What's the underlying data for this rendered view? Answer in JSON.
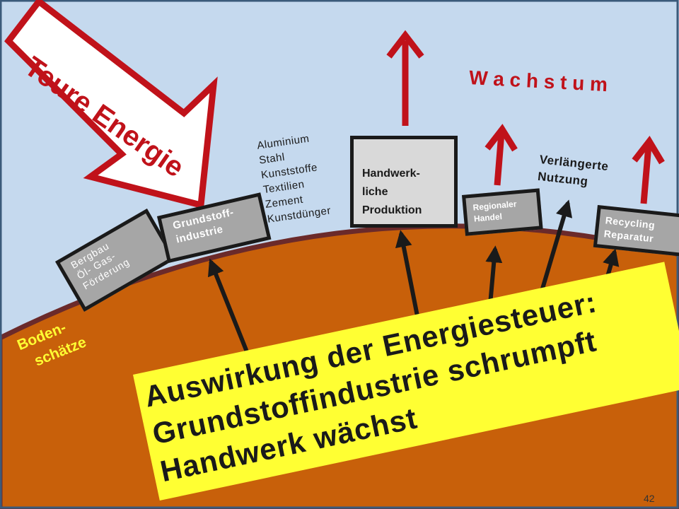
{
  "slide": {
    "page_number": "42",
    "colors": {
      "sky": "#c5d9ee",
      "earth": "#c8600a",
      "crust": "#6b2a2a",
      "accent_red": "#c0121a",
      "box_gray": "#a6a6a6",
      "highlight_yellow": "#ffff33",
      "frame": "#3b5a7a"
    }
  },
  "energy_arrow": {
    "label": "Teure Energie"
  },
  "growth": {
    "label": "W a c h s t u m"
  },
  "resources": {
    "label_line1": "Boden-",
    "label_line2": "schätze"
  },
  "boxes": {
    "bergbau": {
      "lines": [
        "Bergbau",
        "Öl- Gas-",
        "Förderung"
      ]
    },
    "grundstoff": {
      "lines": [
        "Grundstoff-",
        "industrie"
      ]
    },
    "handwerk": {
      "lines": [
        "Handwerk-",
        "liche",
        "Produktion"
      ]
    },
    "regional": {
      "lines": [
        "Regionaler",
        "Handel"
      ]
    },
    "recycling": {
      "lines": [
        "Recycling",
        "Reparatur"
      ]
    }
  },
  "materials": [
    "Aluminium",
    "Stahl",
    "Kunststoffe",
    "Textilien",
    "Zement",
    "Kunstdünger"
  ],
  "extended_use": {
    "lines": [
      "Verlängerte",
      "Nutzung"
    ]
  },
  "conclusion": {
    "lines": [
      "Auswirkung der Energiesteuer:",
      "Grundstoffindustrie schrumpft",
      "Handwerk wächst"
    ]
  }
}
